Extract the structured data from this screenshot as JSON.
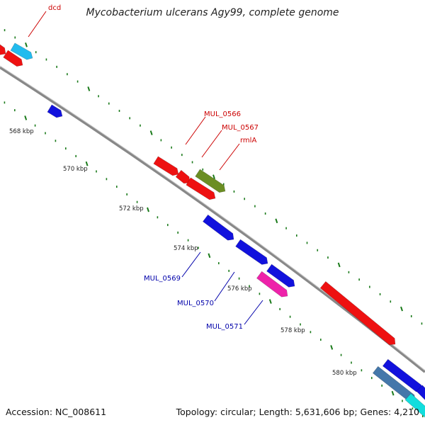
{
  "title": "Mycobacterium ulcerans Agy99, complete genome",
  "footer": {
    "accession": "Accession: NC_008611",
    "topology": "Topology: circular; Length: 5,631,606 bp; Genes: 4,210"
  },
  "colors": {
    "backbone": "#888888",
    "tick": "#1a7a1a",
    "label_red": "#cc0000",
    "label_blue": "#0000aa"
  },
  "ruler": [
    "568 kbp",
    "570 kbp",
    "572 kbp",
    "574 kbp",
    "576 kbp",
    "578 kbp",
    "580 kbp"
  ],
  "gene_labels": [
    {
      "text": "dcd",
      "color": "red"
    },
    {
      "text": "MUL_0566",
      "color": "red"
    },
    {
      "text": "MUL_0567",
      "color": "red"
    },
    {
      "text": "rmlA",
      "color": "red"
    },
    {
      "text": "MUL_0569",
      "color": "blue"
    },
    {
      "text": "MUL_0570",
      "color": "blue"
    },
    {
      "text": "MUL_0571",
      "color": "blue"
    }
  ],
  "feature_colors": {
    "red": "#ee1111",
    "blue": "#1111dd",
    "olive": "#6b8e23",
    "magenta": "#ee22aa",
    "skyblue": "#22bbee",
    "steelblue": "#4477aa",
    "cyan": "#11dddd"
  }
}
